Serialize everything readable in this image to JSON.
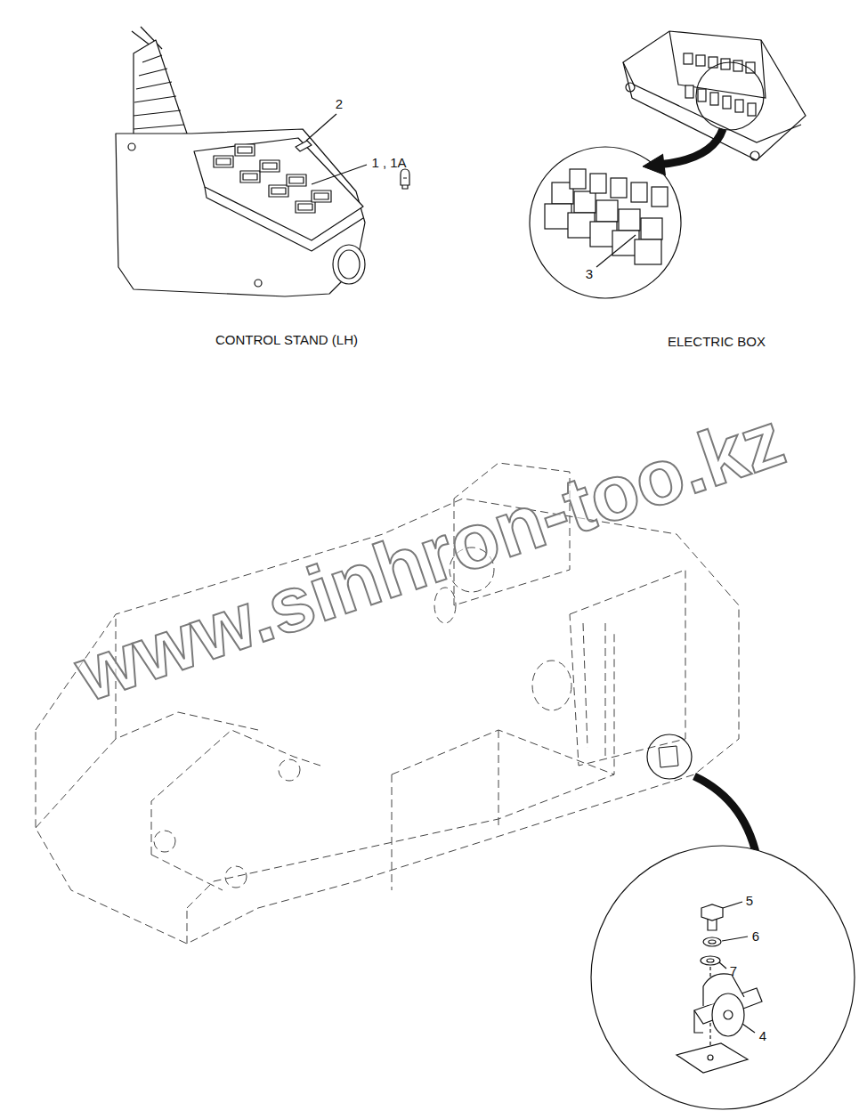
{
  "diagram": {
    "labels": [
      "2",
      "1 , 1A",
      "3",
      "CONTROL STAND (LH)",
      "ELECTRIC BOX",
      "www.sinhron-too.kz",
      "5",
      "6",
      "7",
      "4"
    ]
  }
}
